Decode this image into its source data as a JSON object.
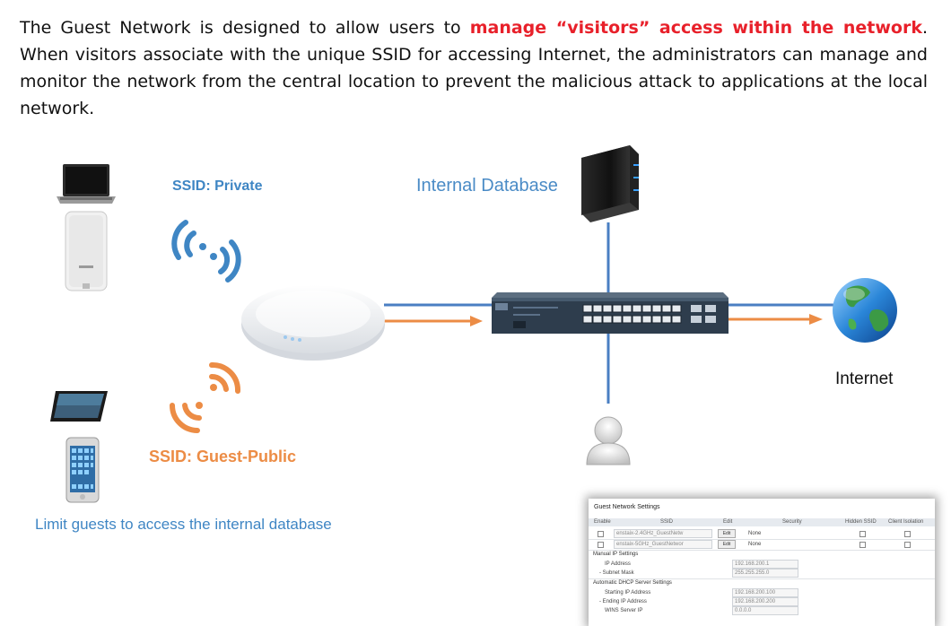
{
  "intro": {
    "before": "The Guest Network is designed to allow users to ",
    "highlight": "manage “visitors” access within the network",
    "after": ". When visitors associate with the unique SSID for accessing Internet, the administrators can  manage and monitor the network from the central location to prevent the malicious attack to applications at the local network."
  },
  "labels": {
    "ssid_private": "SSID: Private",
    "ssid_guest": "SSID: Guest-Public",
    "internal_database": "Internal Database",
    "internet": "Internet",
    "limit_note": "Limit guests to access the internal database"
  },
  "colors": {
    "highlight": "#e8202a",
    "private_blue": "#3f86c4",
    "guest_orange": "#ec8c45"
  },
  "icons": [
    "laptop-icon",
    "access-point-icon",
    "ceiling-ap-icon",
    "tablet-icon",
    "smartphone-icon",
    "server-icon",
    "switch-icon",
    "globe-icon",
    "user-icon",
    "wifi-private-icon",
    "wifi-guest-icon"
  ],
  "panel": {
    "title": "Guest Network Settings",
    "headers": {
      "enable": "Enable",
      "ssid": "SSID",
      "edit": "Edit",
      "security": "Security",
      "hidden": "Hidden SSID",
      "isolation": "Client Isolation"
    },
    "rows": [
      {
        "ssid": "enstaix-2.4GHz_GuestNetw",
        "edit": "Edit",
        "security": "None"
      },
      {
        "ssid": "enstaix-5GHz_GuestNetwor",
        "edit": "Edit",
        "security": "None"
      }
    ],
    "manual": {
      "title": "Manual IP Settings",
      "ip_label": "IP Address",
      "ip_value": "192.168.200.1",
      "mask_label": "- Subnet Mask",
      "mask_value": "255.255.255.0"
    },
    "dhcp": {
      "title": "Automatic DHCP Server Settings",
      "start_label": "Starting IP Address",
      "start_value": "192.168.200.100",
      "end_label": "- Ending IP Address",
      "end_value": "192.168.200.200",
      "wins_label": "WINS Server IP",
      "wins_value": "0.0.0.0"
    }
  }
}
